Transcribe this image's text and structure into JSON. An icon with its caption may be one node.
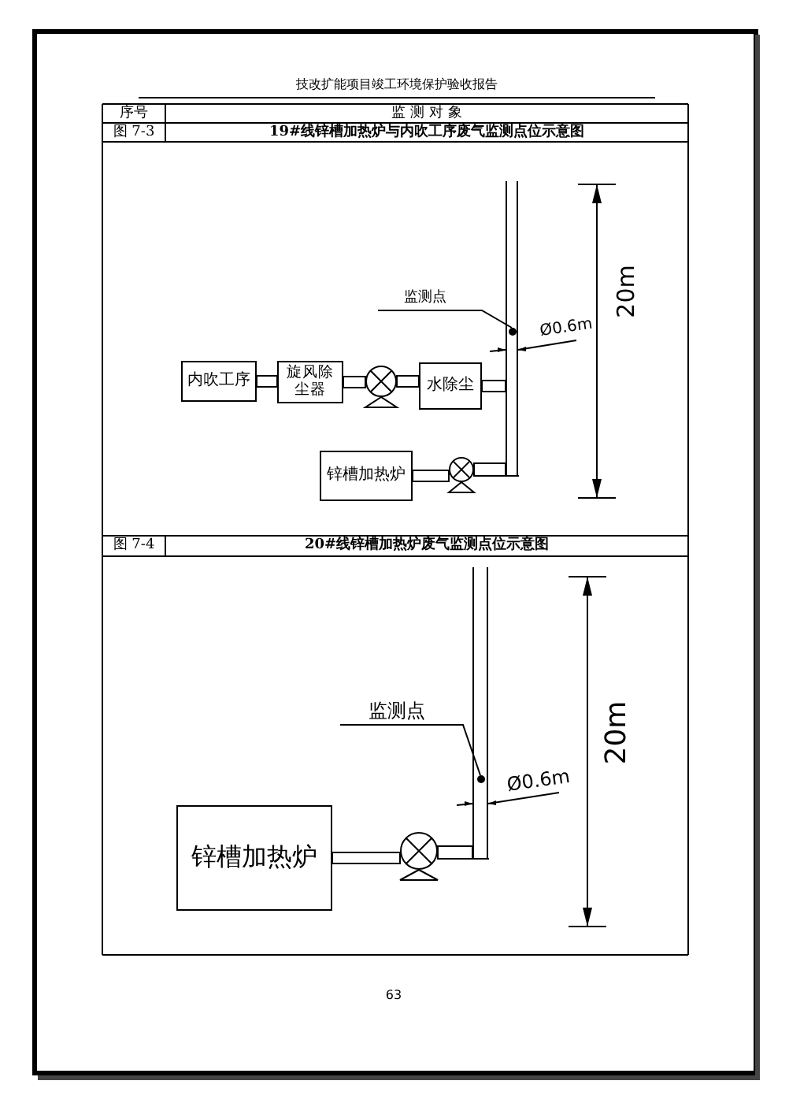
{
  "diagram": {
    "nodes": [
      {
        "text": [
          "内吹工序"
        ]
      },
      {
        "text": [
          "旋风除尘器"
        ]
      },
      {
        "text": [],
        "shape": "fan"
      },
      {
        "text": [
          "水除尘"
        ]
      },
      {
        "text": [],
        "shape": "chimney"
      },
      {
        "text": [
          "锌槽加热炉"
        ]
      },
      {
        "text": [],
        "shape": "fan"
      },
      {
        "text": [
          "监测点"
        ]
      },
      {
        "text": [],
        "shape": "circle",
        "in": 4
      },
      {
        "text": [
          "锌槽加热炉"
        ]
      },
      {
        "text": [],
        "shape": "fan"
      },
      {
        "text": [],
        "shape": "chimney"
      },
      {
        "text": [
          "监测点"
        ]
      },
      {
        "text": [],
        "shape": "circle",
        "in": 11
      }
    ],
    "edges": [
      {
        "from": 0,
        "to": 1,
        "arrow": "none"
      },
      {
        "from": 1,
        "to": 2,
        "arrow": "none"
      },
      {
        "from": 2,
        "to": 3,
        "arrow": "none"
      },
      {
        "from": 3,
        "to": 4,
        "arrow": "none"
      },
      {
        "from": 5,
        "to": 6,
        "arrow": "none"
      },
      {
        "from": 6,
        "to": 4,
        "arrow": "none"
      },
      {
        "from": 7,
        "to": 8,
        "arrow": "none"
      },
      {
        "from": 9,
        "to": 10,
        "arrow": "none"
      },
      {
        "from": 10,
        "to": 11,
        "arrow": "none"
      },
      {
        "from": 12,
        "to": 13,
        "arrow": "none"
      }
    ],
    "labels": [
      "技改扩能项目竣工环境保护验收报告",
      "序号",
      "监 测 对 象",
      "图 7-3",
      "19#线锌槽加热炉与内吹工序废气监测点位示意图",
      "Ø0.6m",
      "20m",
      "图 7-4",
      "20#线锌槽加热炉废气监测点位示意图",
      "Ø0.6m",
      "20m",
      "63"
    ]
  }
}
